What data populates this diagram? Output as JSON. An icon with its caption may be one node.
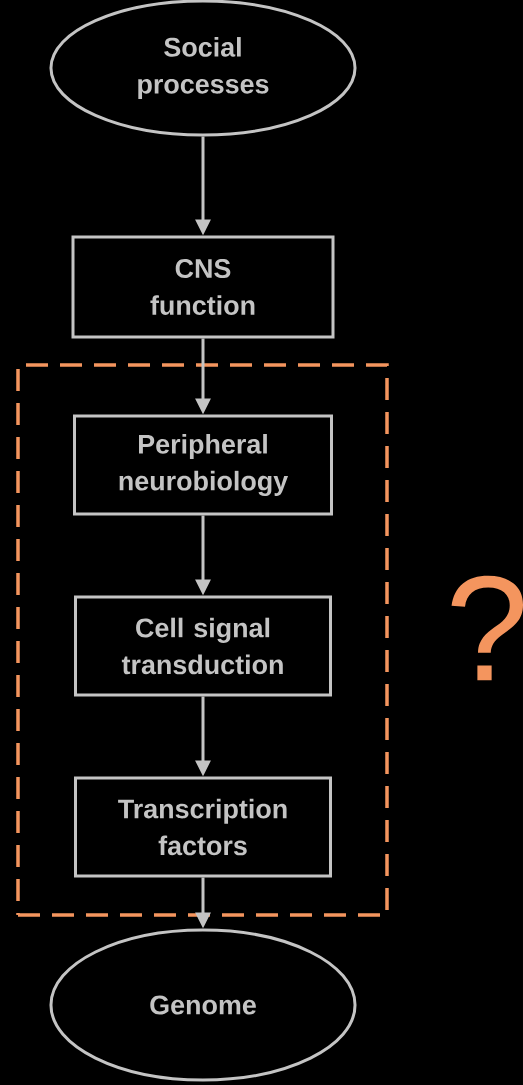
{
  "diagram": {
    "nodes": [
      {
        "text": [
          "Social processes"
        ]
      },
      {
        "text": [
          "CNS function"
        ]
      },
      {
        "text": [],
        "shape": "box"
      },
      {
        "text": [
          "Peripheral neurobiology"
        ],
        "in": 2
      },
      {
        "text": [
          "Cell signal transduction"
        ],
        "in": 2
      },
      {
        "text": [
          "Transcription factors"
        ],
        "in": 2
      },
      {
        "text": [
          "Genome"
        ]
      }
    ],
    "edges": [
      {
        "from": 0,
        "to": 1,
        "arrow": "to"
      },
      {
        "from": 1,
        "to": 3,
        "arrow": "to"
      },
      {
        "from": 3,
        "to": 4,
        "arrow": "to"
      },
      {
        "from": 4,
        "to": 5,
        "arrow": "to"
      },
      {
        "from": 5,
        "to": 6,
        "arrow": "to"
      }
    ],
    "labels": [
      "?"
    ]
  }
}
